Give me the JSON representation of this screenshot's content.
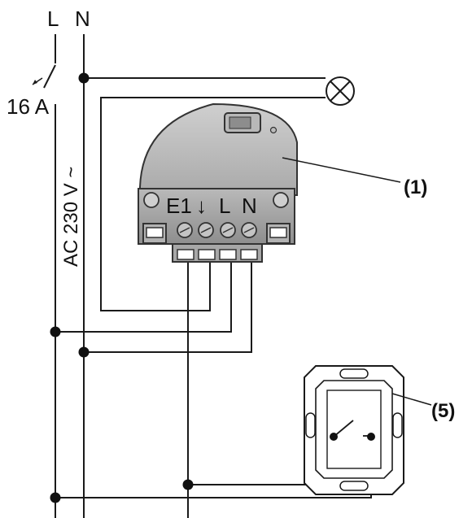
{
  "diagram": {
    "rail_l_label": "L",
    "rail_n_label": "N",
    "breaker_label": "16 A",
    "voltage_label": "AC 230 V ~",
    "terminals": {
      "e1": "E1",
      "arrow": "↓",
      "l": "L",
      "n": "N"
    },
    "callout_actuator": "(1)",
    "callout_pushbutton": "(5)"
  }
}
